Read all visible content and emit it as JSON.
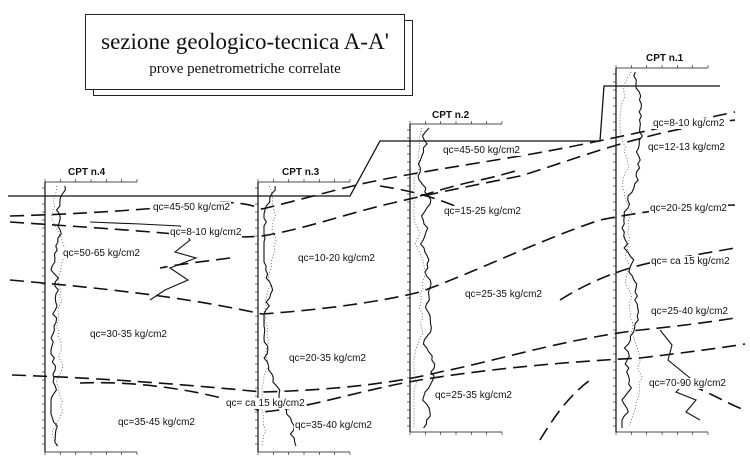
{
  "title": {
    "main": "sezione geologico-tecnica A-A'",
    "subtitle": "prove penetrometriche correlate"
  },
  "cpt_tests": [
    {
      "name": "CPT n.4"
    },
    {
      "name": "CPT n.3"
    },
    {
      "name": "CPT n.2"
    },
    {
      "name": "CPT n.1"
    }
  ],
  "qc_labels": [
    "qc=45-50 kg/cm2",
    "qc=8-10 kg/cm2",
    "qc=50-65 kg/cm2",
    "qc=30-35 kg/cm2",
    "qc=35-45 kg/cm2",
    "qc=10-20 kg/cm2",
    "qc=20-35 kg/cm2",
    "qc= ca 15 kg/cm2",
    "qc=35-40 kg/cm2",
    "qc=45-50 kg/cm2",
    "qc=15-25 kg/cm2",
    "qc=25-35 kg/cm2",
    "qc=25-35 kg/cm2",
    "qc=8-10 kg/cm2",
    "qc=12-13 kg/cm2",
    "qc=20-25 kg/cm2",
    "qc= ca 15 kg/cm2",
    "qc=25-40 kg/cm2",
    "qc=70-90 kg/cm2"
  ]
}
